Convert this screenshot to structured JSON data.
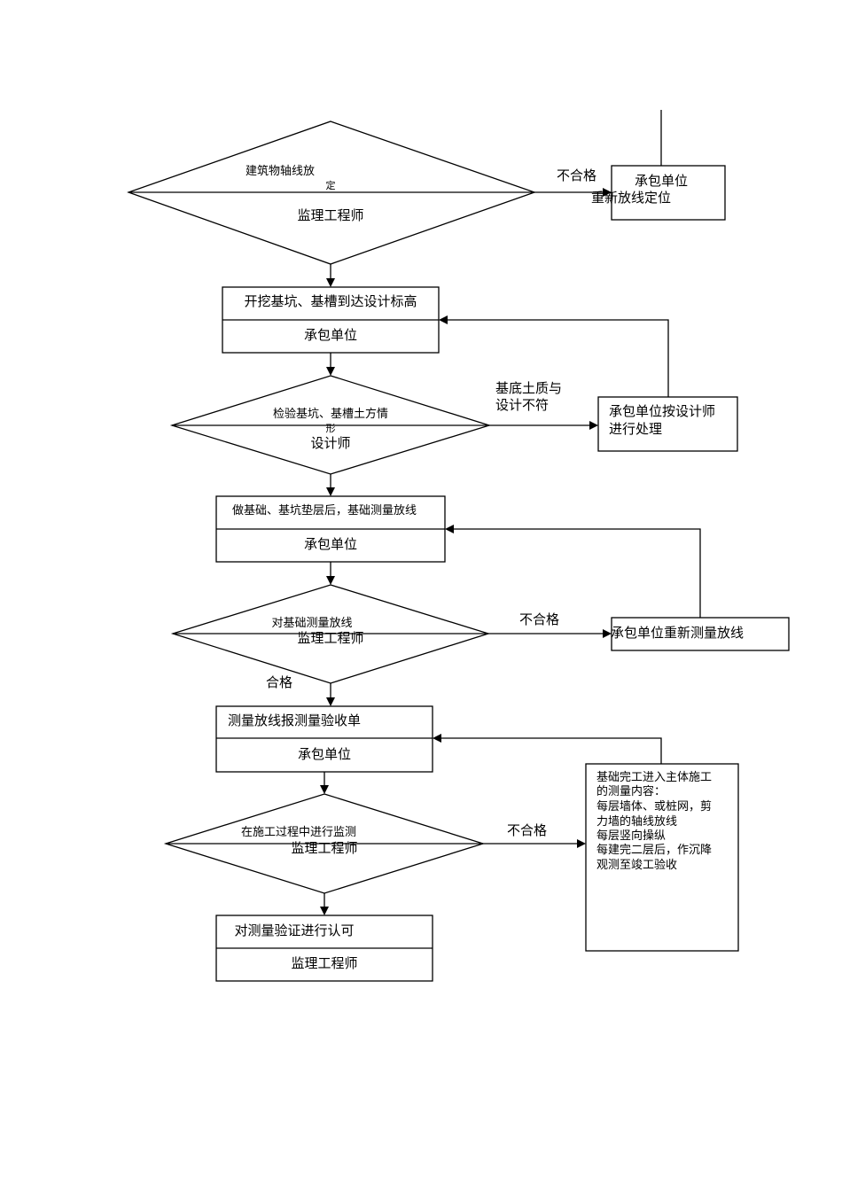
{
  "d1": {
    "check_line1": "建筑物轴线放",
    "check_line2": "定",
    "role": "监理工程师",
    "fail_label": "不合格",
    "fail_box_line1": "承包单位",
    "fail_box_line2": "重新放线定位"
  },
  "b1": {
    "task": "开挖基坑、基槽到达设计标高",
    "role": "承包单位"
  },
  "d2": {
    "check_line1": "检验基坑、基槽土方情",
    "check_line2": "形",
    "role": "设计师",
    "fail_label_line1": "基底土质与",
    "fail_label_line2": "设计不符",
    "fail_box_line1": "承包单位按设计师",
    "fail_box_line2": "进行处理"
  },
  "b2": {
    "task": "做基础、基坑垫层后，基础测量放线",
    "role": "承包单位"
  },
  "d3": {
    "check": "对基础测量放线",
    "role": "监理工程师",
    "pass_label": "合格",
    "fail_label": "不合格",
    "fail_box": "承包单位重新测量放线"
  },
  "b3": {
    "task": "测量放线报测量验收单",
    "role": "承包单位"
  },
  "d4": {
    "check": "在施工过程中进行监测",
    "role": "监理工程师",
    "fail_label": "不合格"
  },
  "note": {
    "lines": [
      "基础完工进入主体施工",
      "的测量内容：",
      "每层墙体、或桩网，剪",
      "力墙的轴线放线",
      "每层竖向操纵",
      "每建完二层后，作沉降",
      "观测至竣工验收"
    ]
  },
  "b4": {
    "task": "对测量验证进行认可",
    "role": "监理工程师"
  }
}
